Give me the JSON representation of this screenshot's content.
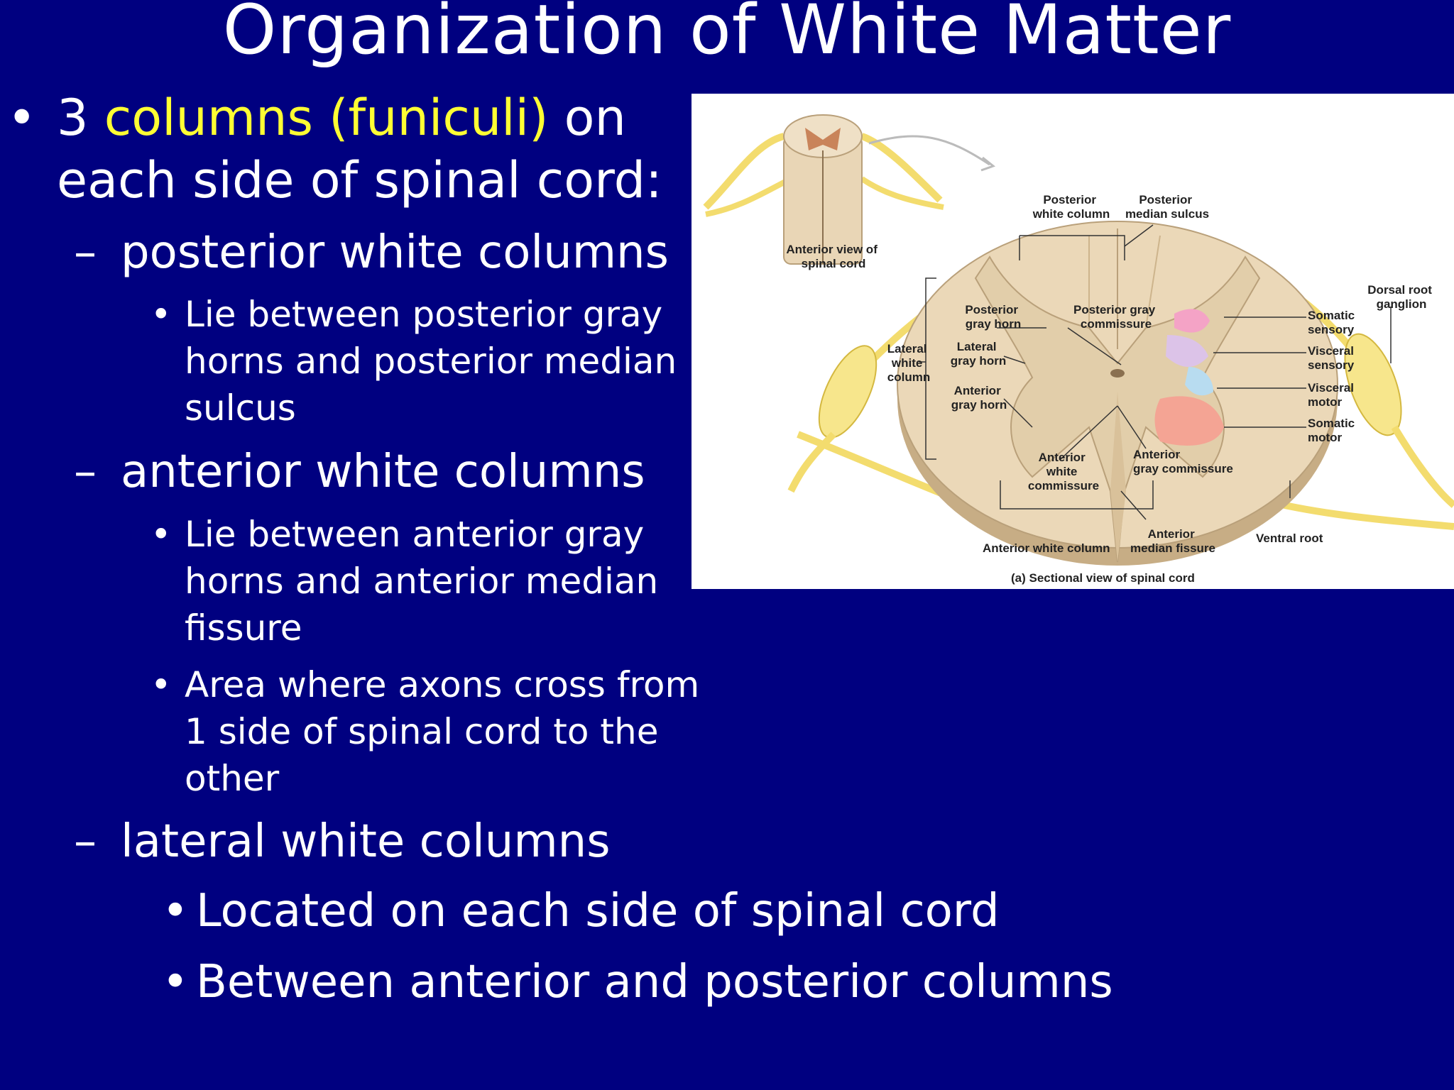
{
  "slide": {
    "title": "Organization of White Matter",
    "bullet_glyph": "•",
    "dash_glyph": "–",
    "main_bullet": {
      "prefix": "3 ",
      "highlight": "columns (funiculi)",
      "suffix_line1": " on",
      "line2": "each side of spinal cord:"
    },
    "posterior": {
      "heading": "posterior white columns",
      "sub": [
        "Lie between posterior gray",
        "horns and posterior median",
        "sulcus"
      ]
    },
    "anterior": {
      "heading": "anterior white columns",
      "sub1": [
        "Lie between anterior gray",
        "horns and anterior median",
        "fissure"
      ],
      "sub2": [
        "Area where axons cross from",
        "1 side of spinal cord to the",
        "other"
      ]
    },
    "lateral": {
      "heading": "lateral white columns",
      "sub": [
        "Located on each side of spinal cord",
        "Between anterior and posterior columns"
      ]
    }
  },
  "figure": {
    "caption": "(a) Sectional view of spinal cord",
    "labels": {
      "anterior_view": [
        "Anterior view of",
        "spinal cord"
      ],
      "posterior_white_column": [
        "Posterior",
        "white column"
      ],
      "posterior_median_sulcus": [
        "Posterior",
        "median sulcus"
      ],
      "dorsal_root_ganglion": [
        "Dorsal root",
        "ganglion"
      ],
      "posterior_gray_horn": [
        "Posterior",
        "gray horn"
      ],
      "posterior_gray_commissure": [
        "Posterior gray",
        "commissure"
      ],
      "lateral_white_column": [
        "Lateral",
        "white",
        "column"
      ],
      "lateral_gray_horn": [
        "Lateral",
        "gray horn"
      ],
      "anterior_gray_horn": [
        "Anterior",
        "gray horn"
      ],
      "somatic_sensory": [
        "Somatic",
        "sensory"
      ],
      "visceral_sensory": [
        "Visceral",
        "sensory"
      ],
      "visceral_motor": [
        "Visceral",
        "motor"
      ],
      "somatic_motor": [
        "Somatic",
        "motor"
      ],
      "anterior_white_commissure": [
        "Anterior",
        "white",
        "commissure"
      ],
      "anterior_gray_commissure": [
        "Anterior",
        "gray commissure"
      ],
      "anterior_white_column": "Anterior white column",
      "anterior_median_fissure": [
        "Anterior",
        "median fissure"
      ],
      "ventral_root": "Ventral root"
    }
  },
  "colors": {
    "background": "#000080",
    "text": "#ffffff",
    "highlight": "#ffff33",
    "cord_tan": "#e6d2b2",
    "nerve_yellow": "#f3dc6e",
    "somatic_sensory": "#f4a3c6",
    "visceral_sensory": "#dcc3e8",
    "visceral_motor": "#b8dcf0",
    "somatic_motor": "#f4a494"
  }
}
